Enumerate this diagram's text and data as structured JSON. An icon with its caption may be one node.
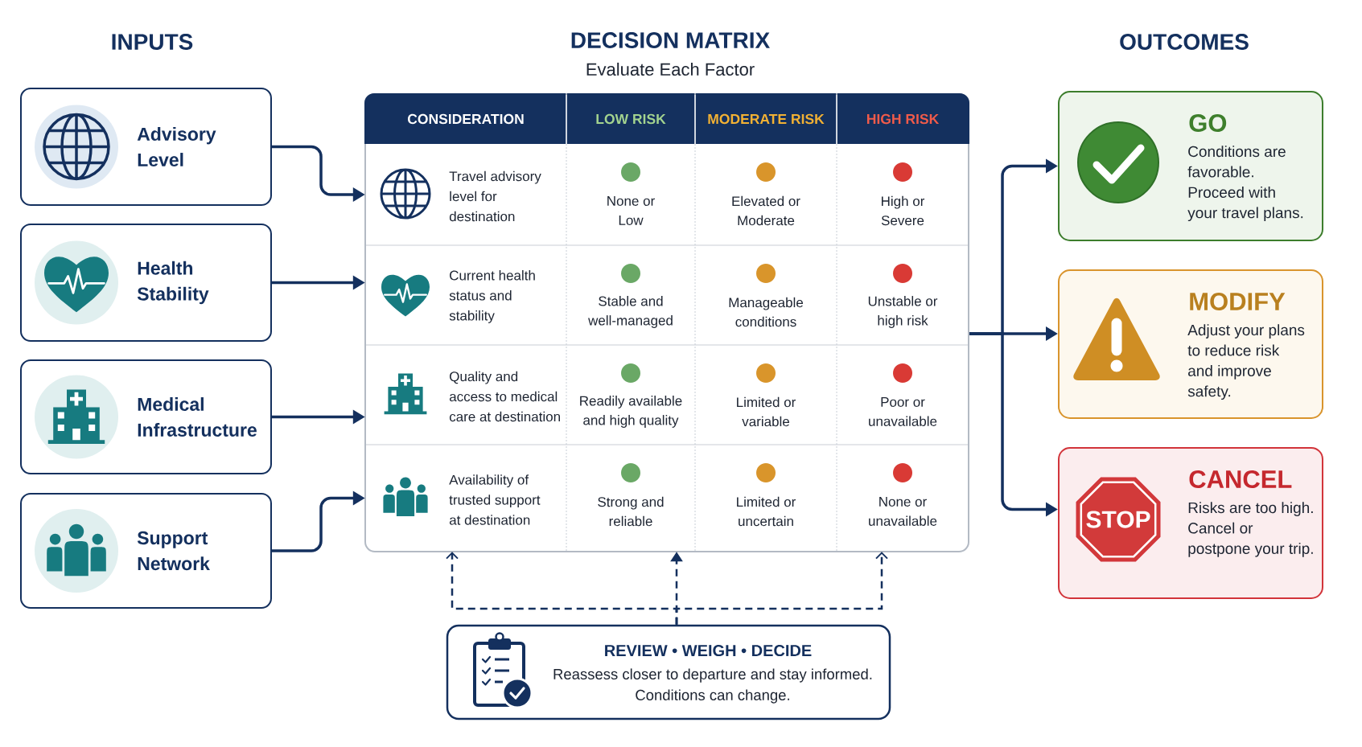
{
  "diagram": {
    "nodes": [
      {
        "text": [
          "Advisory Level"
        ]
      },
      {
        "text": [
          "Health Stability"
        ]
      },
      {
        "text": [
          "Medical Infrastructure"
        ]
      },
      {
        "text": [
          "Support Network"
        ]
      },
      {
        "text": [
          "DECISION MATRIX",
          "Evaluate Each Factor"
        ]
      },
      {
        "text": [
          "CONSIDERATION"
        ],
        "in": 4
      },
      {
        "text": [
          "LOW RISK"
        ],
        "in": 4
      },
      {
        "text": [
          "MODERATE RISK"
        ],
        "in": 4
      },
      {
        "text": [
          "HIGH RISK"
        ],
        "in": 4
      },
      {
        "text": [
          "Travel advisory level for destination"
        ],
        "in": 4
      },
      {
        "text": [
          "None or Low"
        ],
        "in": 4
      },
      {
        "text": [
          "Elevated or Moderate"
        ],
        "in": 4
      },
      {
        "text": [
          "High or Severe"
        ],
        "in": 4
      },
      {
        "text": [
          "Current health status and stability"
        ],
        "in": 4
      },
      {
        "text": [
          "Stable and well-managed"
        ],
        "in": 4
      },
      {
        "text": [
          "Manageable conditions"
        ],
        "in": 4
      },
      {
        "text": [
          "Unstable or high risk"
        ],
        "in": 4
      },
      {
        "text": [
          "Quality and access to medical care at destination"
        ],
        "in": 4
      },
      {
        "text": [
          "Readily available and high quality"
        ],
        "in": 4
      },
      {
        "text": [
          "Limited or variable"
        ],
        "in": 4
      },
      {
        "text": [
          "Poor or unavailable"
        ],
        "in": 4
      },
      {
        "text": [
          "Availability of trusted support at destination"
        ],
        "in": 4
      },
      {
        "text": [
          "Strong and reliable"
        ],
        "in": 4
      },
      {
        "text": [
          "Limited or uncertain"
        ],
        "in": 4
      },
      {
        "text": [
          "None or unavailable"
        ],
        "in": 4
      },
      {
        "text": [
          "GO",
          "Conditions are favorable. Proceed with your travel plans."
        ]
      },
      {
        "text": [
          "MODIFY",
          "Adjust your plans to reduce risk and improve safety."
        ]
      },
      {
        "text": [
          "CANCEL",
          "Risks are too high. Cancel or postpone your trip."
        ]
      },
      {
        "text": [
          "STOP"
        ],
        "in": 27
      },
      {
        "text": [
          "REVIEW • WEIGH • DECIDE",
          "Reassess closer to departure and stay informed. Conditions can change."
        ]
      }
    ],
    "edges": [
      {
        "from": 0,
        "to": 9,
        "arrow": "to"
      },
      {
        "from": 1,
        "to": 13,
        "arrow": "to"
      },
      {
        "from": 2,
        "to": 17,
        "arrow": "to"
      },
      {
        "from": 3,
        "to": 21,
        "arrow": "to"
      },
      {
        "from": 4,
        "to": 25,
        "arrow": "to"
      },
      {
        "from": 4,
        "to": 26,
        "arrow": "to"
      },
      {
        "from": 4,
        "to": 27,
        "arrow": "to"
      },
      {
        "from": 29,
        "to": 21,
        "arrow": "to",
        "style": "dashed"
      },
      {
        "from": 29,
        "to": 22,
        "arrow": "to",
        "style": "dashed"
      },
      {
        "from": 29,
        "to": 24,
        "arrow": "to",
        "style": "dashed"
      }
    ],
    "labels": [
      "INPUTS",
      "OUTCOMES"
    ]
  }
}
